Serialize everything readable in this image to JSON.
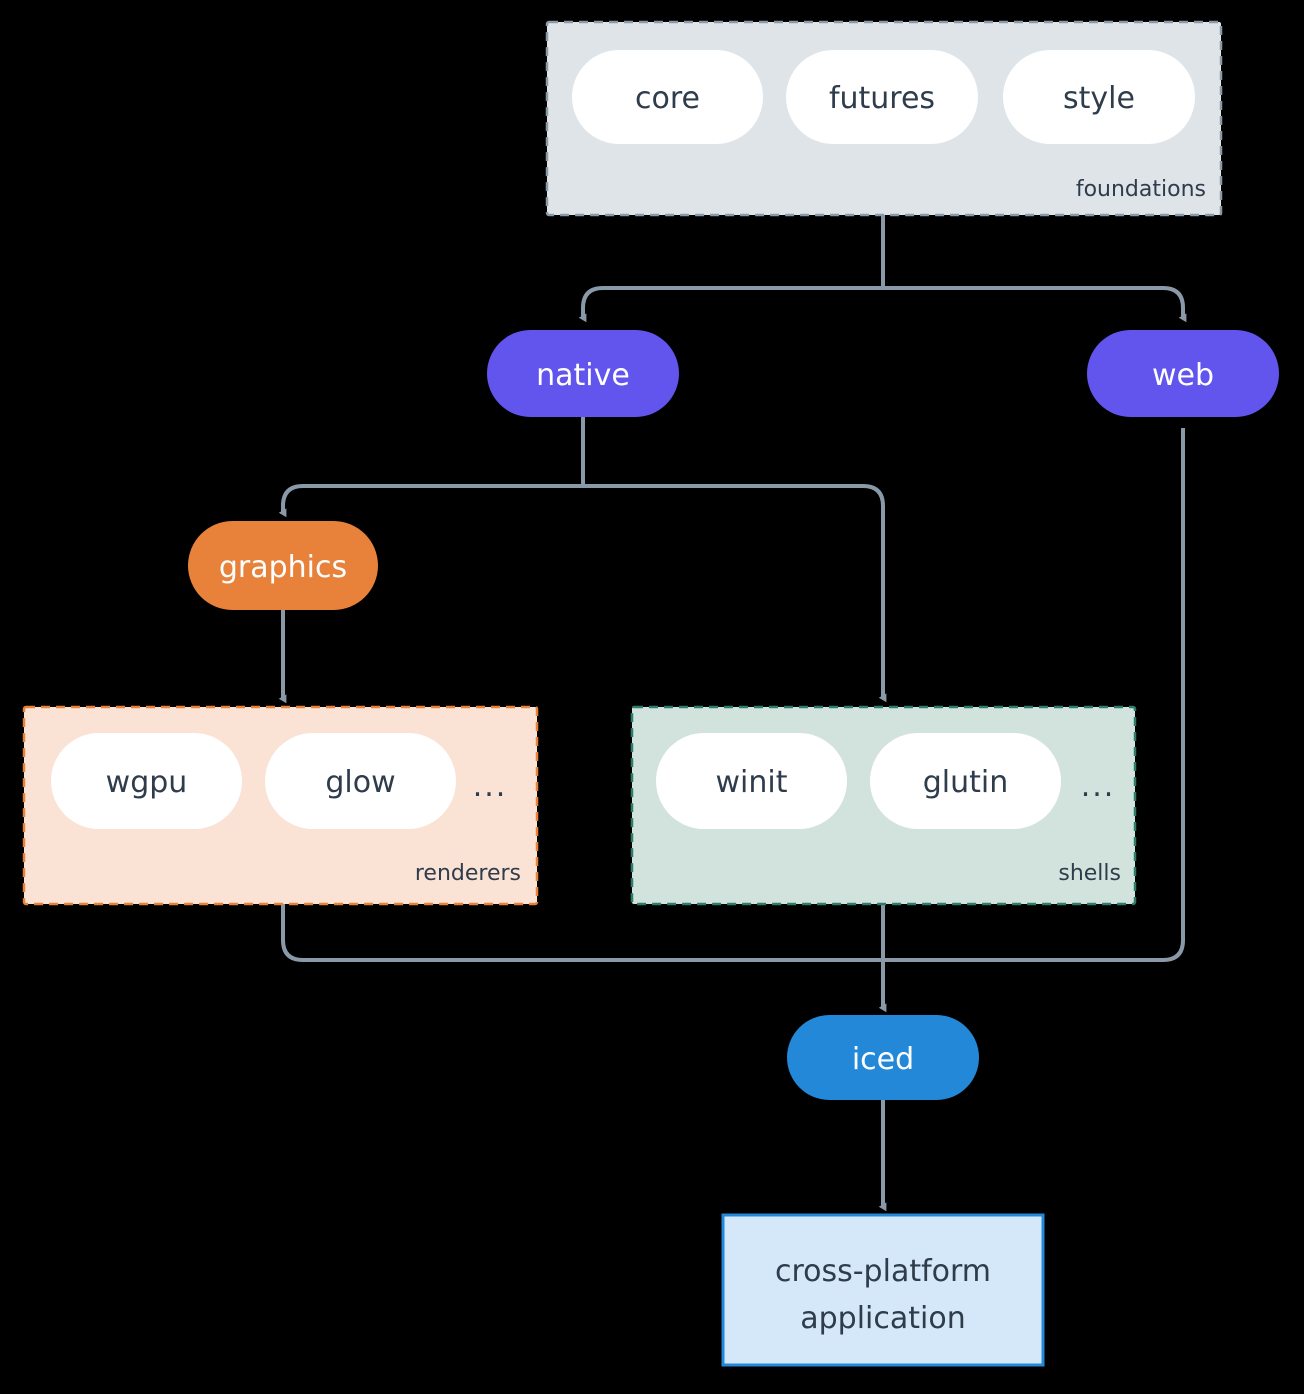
{
  "diagram": {
    "type": "architecture-flow",
    "background": "#000000",
    "connector_color": "#8a99a8",
    "text_dark": "#2f3c4c",
    "text_light": "#ffffff",
    "groups": [
      {
        "id": "foundations",
        "label": "foundations",
        "fill": "#dfe4e8",
        "border": "#8b9aa8",
        "border_style": "dashed",
        "nodes": [
          {
            "id": "core",
            "label": "core",
            "fill": "#ffffff",
            "text": "#2f3c4c"
          },
          {
            "id": "futures",
            "label": "futures",
            "fill": "#ffffff",
            "text": "#2f3c4c"
          },
          {
            "id": "style",
            "label": "style",
            "fill": "#ffffff",
            "text": "#2f3c4c"
          }
        ]
      },
      {
        "id": "renderers",
        "label": "renderers",
        "fill": "#fae3d4",
        "border": "#e8823a",
        "border_style": "dashed",
        "nodes": [
          {
            "id": "wgpu",
            "label": "wgpu",
            "fill": "#ffffff",
            "text": "#2f3c4c"
          },
          {
            "id": "glow",
            "label": "glow",
            "fill": "#ffffff",
            "text": "#2f3c4c"
          }
        ],
        "ellipsis": "..."
      },
      {
        "id": "shells",
        "label": "shells",
        "fill": "#d2e3dd",
        "border": "#2e7d6b",
        "border_style": "dashed",
        "nodes": [
          {
            "id": "winit",
            "label": "winit",
            "fill": "#ffffff",
            "text": "#2f3c4c"
          },
          {
            "id": "glutin",
            "label": "glutin",
            "fill": "#ffffff",
            "text": "#2f3c4c"
          }
        ],
        "ellipsis": "..."
      }
    ],
    "nodes": [
      {
        "id": "native",
        "label": "native",
        "fill": "#6155ee",
        "text": "#ffffff",
        "shape": "pill"
      },
      {
        "id": "web",
        "label": "web",
        "fill": "#6155ee",
        "text": "#ffffff",
        "shape": "pill"
      },
      {
        "id": "graphics",
        "label": "graphics",
        "fill": "#e8823a",
        "text": "#ffffff",
        "shape": "pill"
      },
      {
        "id": "iced",
        "label": "iced",
        "fill": "#2488d8",
        "text": "#ffffff",
        "shape": "pill"
      }
    ],
    "application": {
      "id": "cross-platform-application",
      "line1": "cross-platform",
      "line2": "application",
      "fill": "#d4e8fa",
      "border": "#2488d8",
      "shape": "rect"
    },
    "edges": [
      {
        "from": "foundations",
        "to": "native"
      },
      {
        "from": "foundations",
        "to": "web"
      },
      {
        "from": "native",
        "to": "graphics"
      },
      {
        "from": "native",
        "to": "shells"
      },
      {
        "from": "graphics",
        "to": "renderers"
      },
      {
        "from": "renderers",
        "to": "iced"
      },
      {
        "from": "shells",
        "to": "iced"
      },
      {
        "from": "web",
        "to": "iced"
      },
      {
        "from": "iced",
        "to": "cross-platform-application"
      }
    ]
  }
}
